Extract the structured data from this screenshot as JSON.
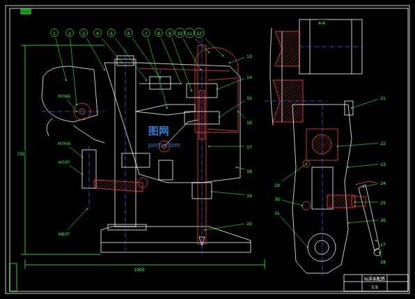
{
  "diagram": {
    "labels": [
      "1",
      "2",
      "3",
      "4",
      "5",
      "6",
      "7",
      "8",
      "9",
      "10",
      "11",
      "12",
      "13",
      "14",
      "15",
      "16",
      "17",
      "18",
      "19",
      "20",
      "H7/k6",
      "H7/h6",
      "H7/f7",
      "H8/f7",
      "21",
      "22",
      "23",
      "24",
      "25",
      "26",
      "27",
      "28",
      "29",
      "30",
      "31",
      "730",
      "1000",
      "A-A",
      "钻床装配图",
      "1:5",
      "图网",
      "pertu.com"
    ]
  }
}
